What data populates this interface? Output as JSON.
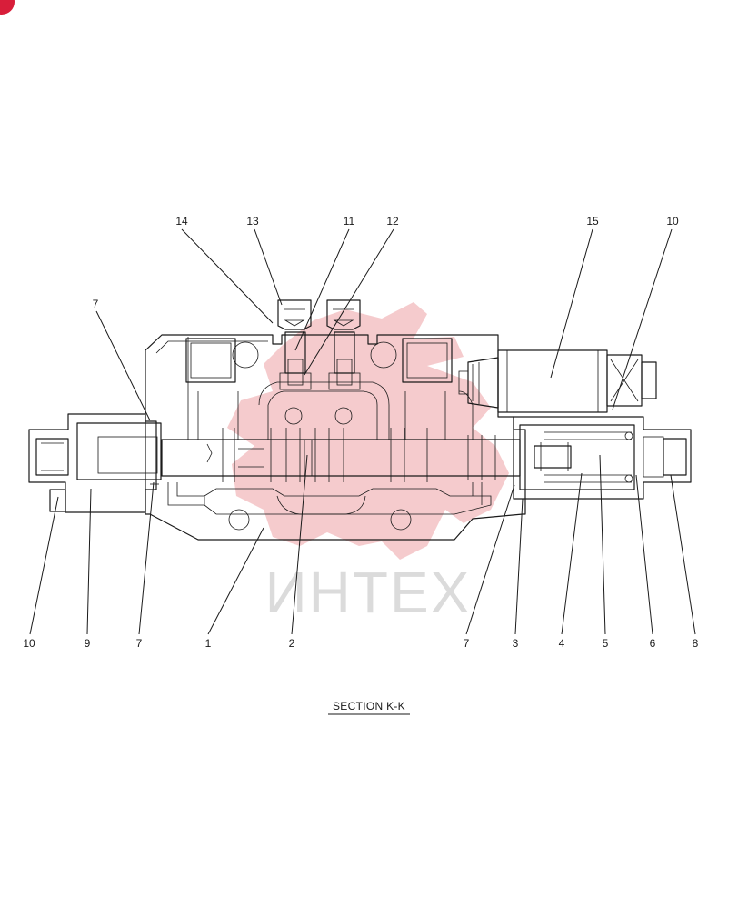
{
  "drawing": {
    "section_title": "SECTION   K-K",
    "watermark_text": "ИНТЕХ"
  },
  "callouts": {
    "top": [
      {
        "label": "14"
      },
      {
        "label": "13"
      },
      {
        "label": "11"
      },
      {
        "label": "12"
      },
      {
        "label": "15"
      },
      {
        "label": "10"
      },
      {
        "label": "7"
      }
    ],
    "bottom": [
      {
        "label": "10"
      },
      {
        "label": "9"
      },
      {
        "label": "7"
      },
      {
        "label": "1"
      },
      {
        "label": "2"
      },
      {
        "label": "7"
      },
      {
        "label": "3"
      },
      {
        "label": "4"
      },
      {
        "label": "5"
      },
      {
        "label": "6"
      },
      {
        "label": "8"
      }
    ]
  },
  "colors": {
    "line": "#1a1a1a",
    "watermark_red": "#f3c2c4",
    "watermark_gray": "#cfcfcf",
    "corner_badge": "#d81e3a"
  }
}
